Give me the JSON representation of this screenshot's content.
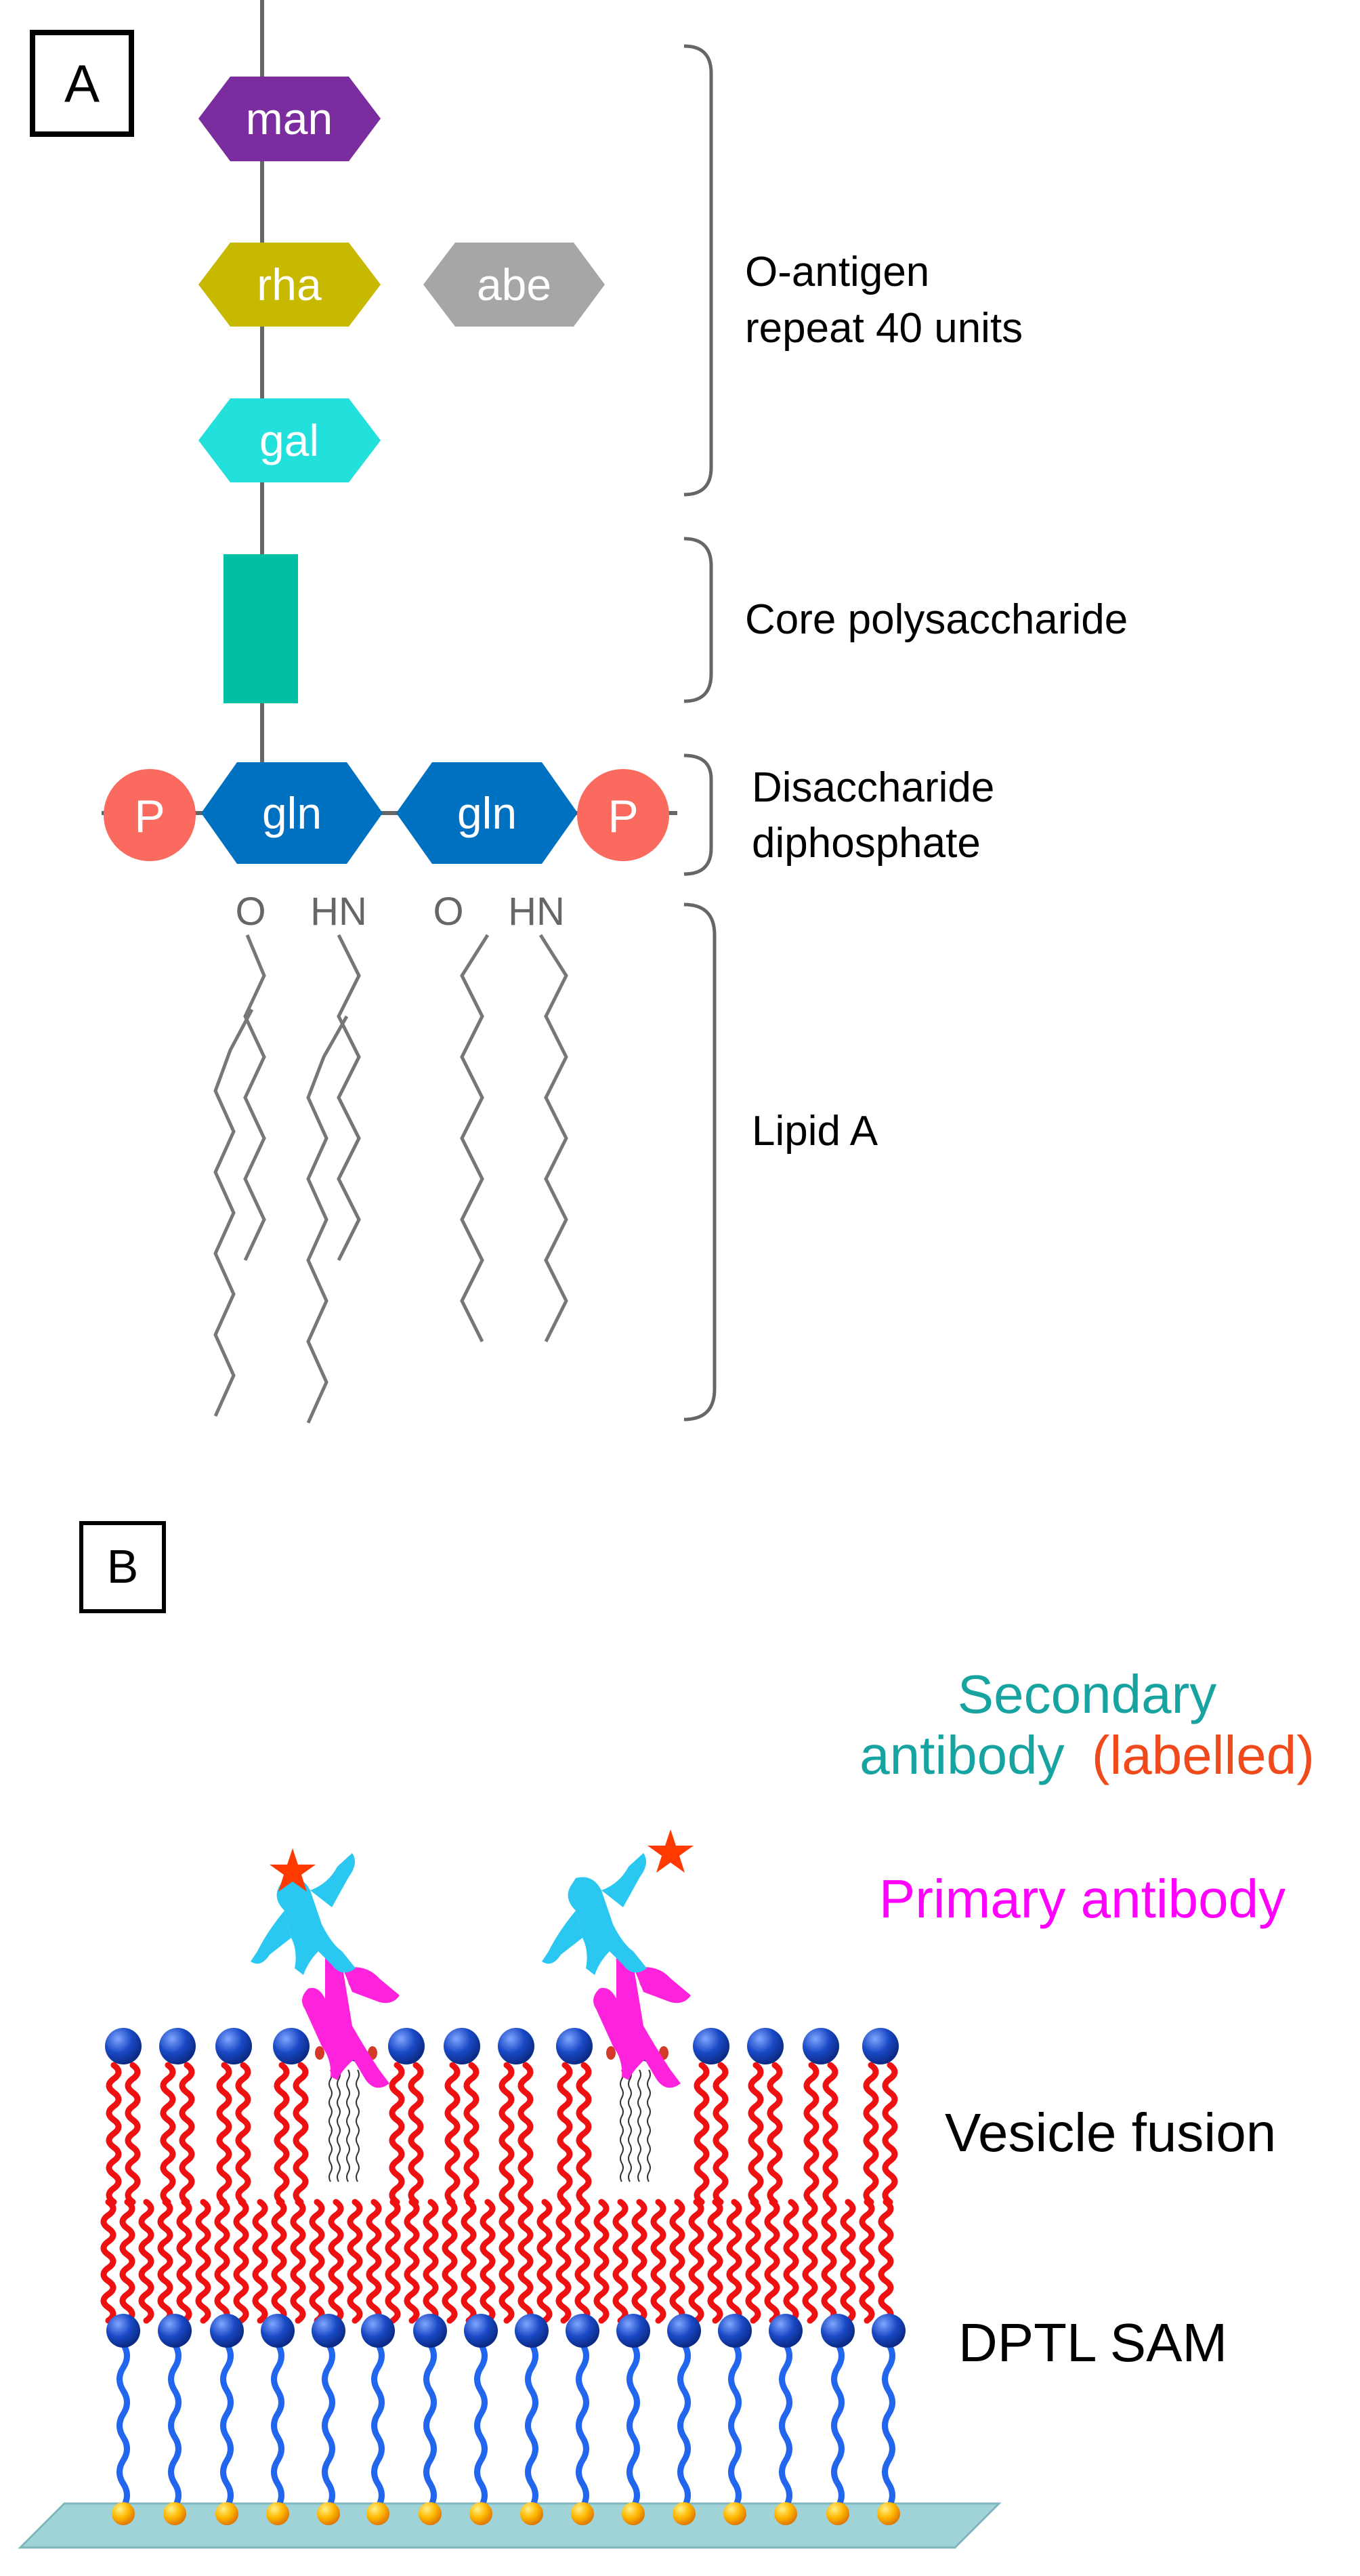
{
  "panel_a": {
    "label": "A",
    "sugars": {
      "man": "man",
      "rha": "rha",
      "abe": "abe",
      "gal": "gal",
      "gln_left": "gln",
      "gln_right": "gln",
      "phosphate_left": "P",
      "phosphate_right": "P"
    },
    "atoms": {
      "o_left": "O",
      "hn_left": "HN",
      "o_right": "O",
      "hn_right": "HN"
    },
    "brackets": {
      "o_antigen_line1": "O-antigen",
      "o_antigen_line2": "repeat 40 units",
      "core": "Core polysaccharide",
      "disaccharide_line1": "Disaccharide",
      "disaccharide_line2": "diphosphate",
      "lipid": "Lipid A"
    }
  },
  "panel_b": {
    "label": "B",
    "labels": {
      "secondary_line1": "Secondary",
      "secondary_line2": "antibody",
      "labelled": "(labelled)",
      "primary": "Primary antibody",
      "vesicle": "Vesicle fusion",
      "sam": "DPTL SAM"
    }
  },
  "colors": {
    "man": "#7B2C9E",
    "rha": "#C7B800",
    "abe": "#A6A6A6",
    "gal": "#22E0DC",
    "core": "#00BFA5",
    "gln": "#0070C0",
    "phosphate": "#FA6A5E",
    "secondary_text": "#17A3A0",
    "labelled_text": "#F04A1C",
    "primary_text": "#FF00FF",
    "lipid_red": "#EE1111",
    "head_blue": "#1A49C6",
    "sam_tail": "#2266EE",
    "anchor_yellow": "#FFB800",
    "substrate": "#9FD3D7"
  }
}
